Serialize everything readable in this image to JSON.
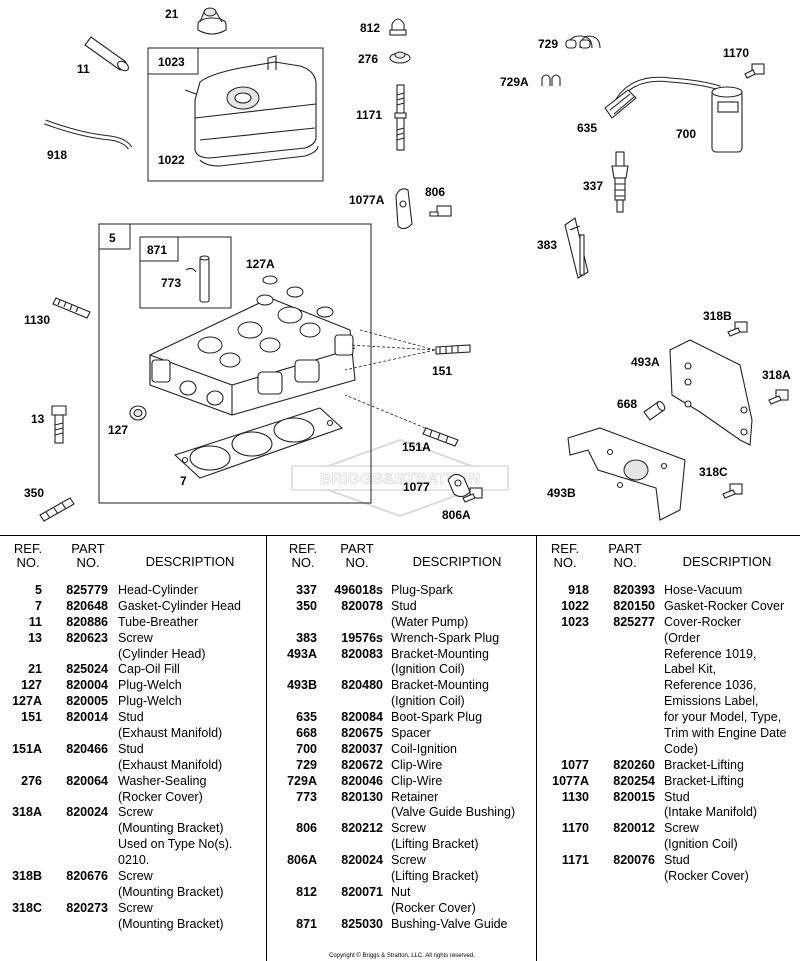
{
  "diagram": {
    "callouts": {
      "c21": "21",
      "c812": "812",
      "c276": "276",
      "c729": "729",
      "c1170": "1170",
      "c11": "11",
      "c1023": "1023",
      "c729A": "729A",
      "c1171": "1171",
      "c635": "635",
      "c700": "700",
      "c918": "918",
      "c1022": "1022",
      "c337": "337",
      "c1077A": "1077A",
      "c806": "806",
      "c383": "383",
      "c5": "5",
      "c871": "871",
      "c773": "773",
      "c127A": "127A",
      "c1130": "1130",
      "c318B": "318B",
      "c151": "151",
      "c493A": "493A",
      "c318A": "318A",
      "c668": "668",
      "c13": "13",
      "c127": "127",
      "c151A": "151A",
      "c318C": "318C",
      "c1077": "1077",
      "c350": "350",
      "c7": "7",
      "c493B": "493B",
      "c806A": "806A"
    },
    "watermark": "BRIGGS&STRATTON"
  },
  "table": {
    "header": {
      "ref": "REF.\nNO.",
      "part": "PART\nNO.",
      "desc": "DESCRIPTION"
    },
    "col1": [
      {
        "ref": "5",
        "part": "825779",
        "desc": "Head-Cylinder"
      },
      {
        "ref": "7",
        "part": "820648",
        "desc": "Gasket-Cylinder Head"
      },
      {
        "ref": "11",
        "part": "820886",
        "desc": "Tube-Breather"
      },
      {
        "ref": "13",
        "part": "820623",
        "desc": "Screw"
      },
      {
        "ref": "",
        "part": "",
        "desc": "(Cylinder Head)"
      },
      {
        "ref": "21",
        "part": "825024",
        "desc": "Cap-Oil Fill"
      },
      {
        "ref": "127",
        "part": "820004",
        "desc": "Plug-Welch"
      },
      {
        "ref": "127A",
        "part": "820005",
        "desc": "Plug-Welch"
      },
      {
        "ref": "151",
        "part": "820014",
        "desc": "Stud"
      },
      {
        "ref": "",
        "part": "",
        "desc": "(Exhaust Manifold)"
      },
      {
        "ref": "151A",
        "part": "820466",
        "desc": "Stud"
      },
      {
        "ref": "",
        "part": "",
        "desc": "(Exhaust Manifold)"
      },
      {
        "ref": "276",
        "part": "820064",
        "desc": "Washer-Sealing"
      },
      {
        "ref": "",
        "part": "",
        "desc": "(Rocker Cover)"
      },
      {
        "ref": "318A",
        "part": "820024",
        "desc": "Screw"
      },
      {
        "ref": "",
        "part": "",
        "desc": "(Mounting Bracket)"
      },
      {
        "ref": "",
        "part": "",
        "desc": "Used on Type No(s)."
      },
      {
        "ref": "",
        "part": "",
        "desc": "0210."
      },
      {
        "ref": "318B",
        "part": "820676",
        "desc": "Screw"
      },
      {
        "ref": "",
        "part": "",
        "desc": "(Mounting Bracket)"
      },
      {
        "ref": "318C",
        "part": "820273",
        "desc": "Screw"
      },
      {
        "ref": "",
        "part": "",
        "desc": "(Mounting Bracket)"
      }
    ],
    "col2": [
      {
        "ref": "337",
        "part": "496018s",
        "desc": "Plug-Spark"
      },
      {
        "ref": "350",
        "part": "820078",
        "desc": "Stud"
      },
      {
        "ref": "",
        "part": "",
        "desc": "(Water Pump)"
      },
      {
        "ref": "383",
        "part": "19576s",
        "desc": "Wrench-Spark Plug"
      },
      {
        "ref": "493A",
        "part": "820083",
        "desc": "Bracket-Mounting"
      },
      {
        "ref": "",
        "part": "",
        "desc": "(Ignition Coil)"
      },
      {
        "ref": "493B",
        "part": "820480",
        "desc": "Bracket-Mounting"
      },
      {
        "ref": "",
        "part": "",
        "desc": "(Ignition Coil)"
      },
      {
        "ref": "635",
        "part": "820084",
        "desc": "Boot-Spark Plug"
      },
      {
        "ref": "668",
        "part": "820675",
        "desc": "Spacer"
      },
      {
        "ref": "700",
        "part": "820037",
        "desc": "Coil-Ignition"
      },
      {
        "ref": "729",
        "part": "820672",
        "desc": "Clip-Wire"
      },
      {
        "ref": "729A",
        "part": "820046",
        "desc": "Clip-Wire"
      },
      {
        "ref": "773",
        "part": "820130",
        "desc": "Retainer"
      },
      {
        "ref": "",
        "part": "",
        "desc": "(Valve Guide Bushing)"
      },
      {
        "ref": "806",
        "part": "820212",
        "desc": "Screw"
      },
      {
        "ref": "",
        "part": "",
        "desc": "(Lifting Bracket)"
      },
      {
        "ref": "806A",
        "part": "820024",
        "desc": "Screw"
      },
      {
        "ref": "",
        "part": "",
        "desc": "(Lifting Bracket)"
      },
      {
        "ref": "812",
        "part": "820071",
        "desc": "Nut"
      },
      {
        "ref": "",
        "part": "",
        "desc": "(Rocker Cover)"
      },
      {
        "ref": "871",
        "part": "825030",
        "desc": "Bushing-Valve Guide"
      }
    ],
    "col3": [
      {
        "ref": "918",
        "part": "820393",
        "desc": "Hose-Vacuum"
      },
      {
        "ref": "1022",
        "part": "820150",
        "desc": "Gasket-Rocker Cover"
      },
      {
        "ref": "1023",
        "part": "825277",
        "desc": "Cover-Rocker"
      },
      {
        "ref": "",
        "part": "",
        "desc": "(Order"
      },
      {
        "ref": "",
        "part": "",
        "desc": "Reference 1019,"
      },
      {
        "ref": "",
        "part": "",
        "desc": "Label Kit,"
      },
      {
        "ref": "",
        "part": "",
        "desc": "Reference 1036,"
      },
      {
        "ref": "",
        "part": "",
        "desc": "Emissions Label,"
      },
      {
        "ref": "",
        "part": "",
        "desc": "for your Model, Type,"
      },
      {
        "ref": "",
        "part": "",
        "desc": "Trim with Engine Date"
      },
      {
        "ref": "",
        "part": "",
        "desc": "Code)"
      },
      {
        "ref": "1077",
        "part": "820260",
        "desc": "Bracket-Lifting"
      },
      {
        "ref": "1077A",
        "part": "820254",
        "desc": "Bracket-Lifting"
      },
      {
        "ref": "1130",
        "part": "820015",
        "desc": "Stud"
      },
      {
        "ref": "",
        "part": "",
        "desc": "(Intake Manifold)"
      },
      {
        "ref": "1170",
        "part": "820012",
        "desc": "Screw"
      },
      {
        "ref": "",
        "part": "",
        "desc": "(Ignition Coil)"
      },
      {
        "ref": "1171",
        "part": "820076",
        "desc": "Stud"
      },
      {
        "ref": "",
        "part": "",
        "desc": "(Rocker Cover)"
      }
    ],
    "copyright": "Copyright © Briggs & Stratton, LLC. All rights reserved."
  }
}
